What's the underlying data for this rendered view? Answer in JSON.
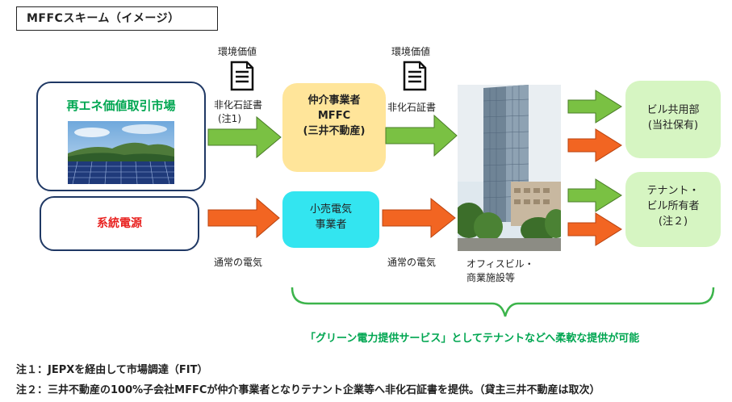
{
  "title": "MFFCスキーム（イメージ）",
  "nodes": {
    "market": "再エネ価値取引市場",
    "grid_power": "系統電源",
    "broker_line1": "仲介事業者",
    "broker_line2": "MFFC",
    "broker_line3": "(三井不動産)",
    "retail_line1": "小売電気",
    "retail_line2": "事業者",
    "bldg_common_line1": "ビル共用部",
    "bldg_common_line2": "(当社保有)",
    "tenant_line1": "テナント・",
    "tenant_line2": "ビル所有者",
    "tenant_line3": "(注２)"
  },
  "labels": {
    "env_value_1": "環境価値",
    "env_value_2": "環境価値",
    "cert_1_line1": "非化石証書",
    "cert_1_line2": "(注1)",
    "cert_2": "非化石証書",
    "normal_power_1": "通常の電気",
    "normal_power_2": "通常の電気",
    "office_line1": "オフィスビル・",
    "office_line2": "商業施設等"
  },
  "banner": "「グリーン電力提供サービス」としてテナントなどへ柔軟な提供が可能",
  "notes": {
    "note1": "注１：JEPXを経由して市場調達（FIT）",
    "note2": "注２：三井不動産の100%子会社MFFCが仲介事業者となりテナント企業等へ非化石証書を提供。（貸主三井不動産は取次）"
  },
  "colors": {
    "green_arrow": "#7ac143",
    "orange_arrow": "#f26522",
    "market_title": "#00a651",
    "grid_title": "#e8211f",
    "broker_fill": "#ffe59a",
    "retail_fill": "#33e5f0",
    "customer_fill": "#d6f5c2"
  },
  "icons": [
    "document-icon",
    "document-icon"
  ]
}
